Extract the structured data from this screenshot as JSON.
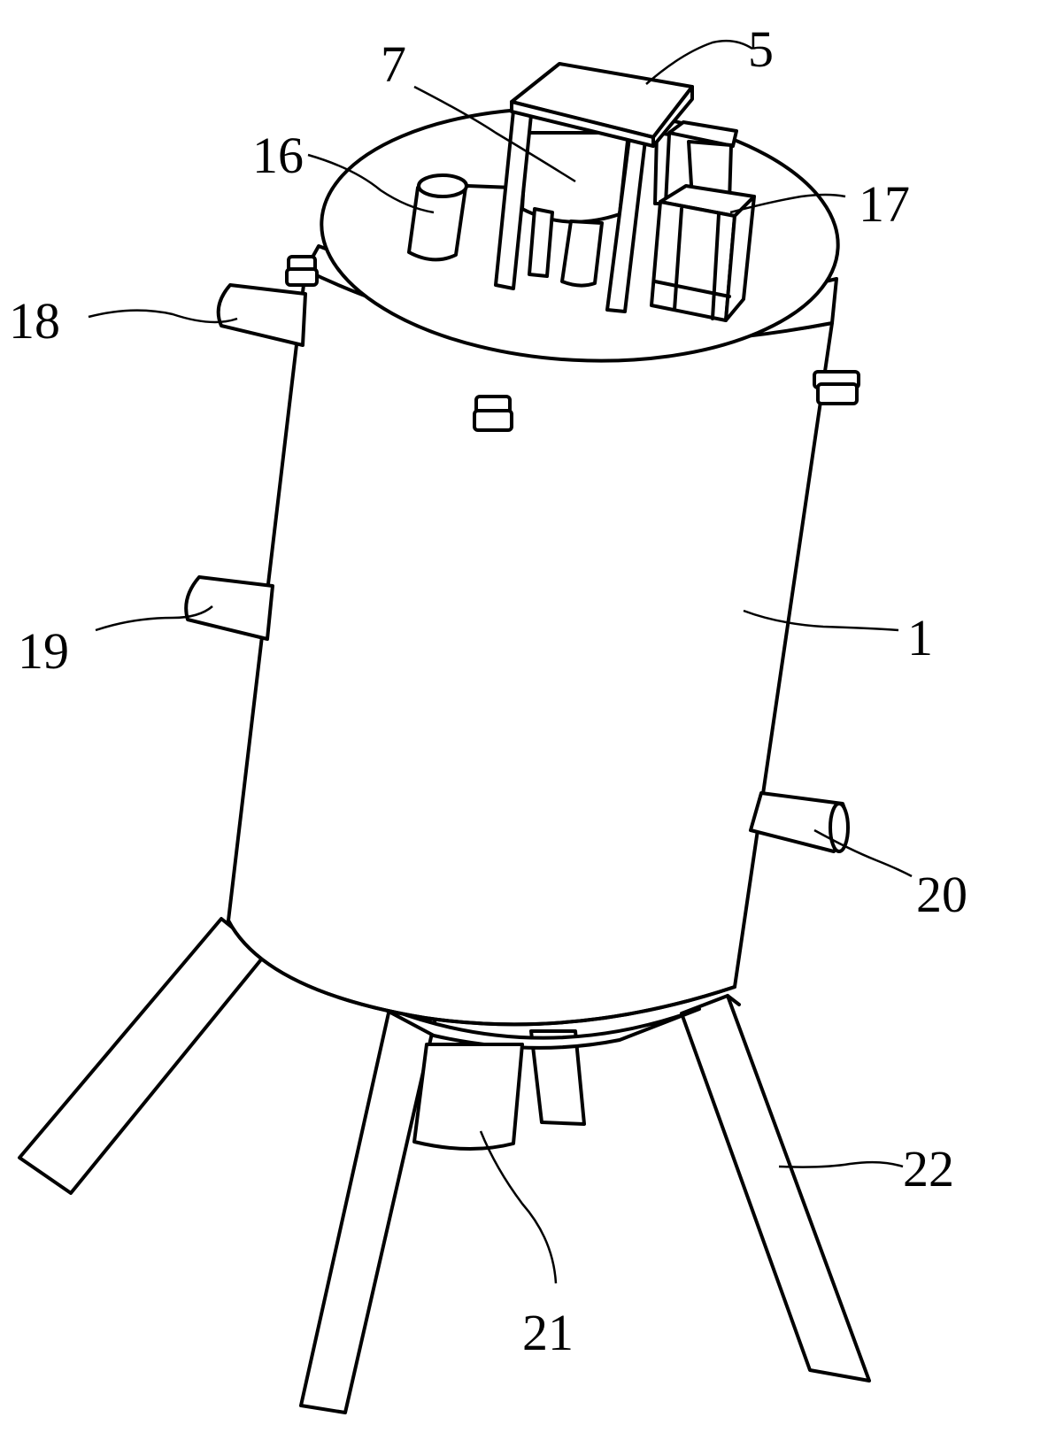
{
  "labels": {
    "l1": "1",
    "l5": "5",
    "l7": "7",
    "l16": "16",
    "l17": "17",
    "l18": "18",
    "l19": "19",
    "l20": "20",
    "l21": "21",
    "l22": "22"
  }
}
